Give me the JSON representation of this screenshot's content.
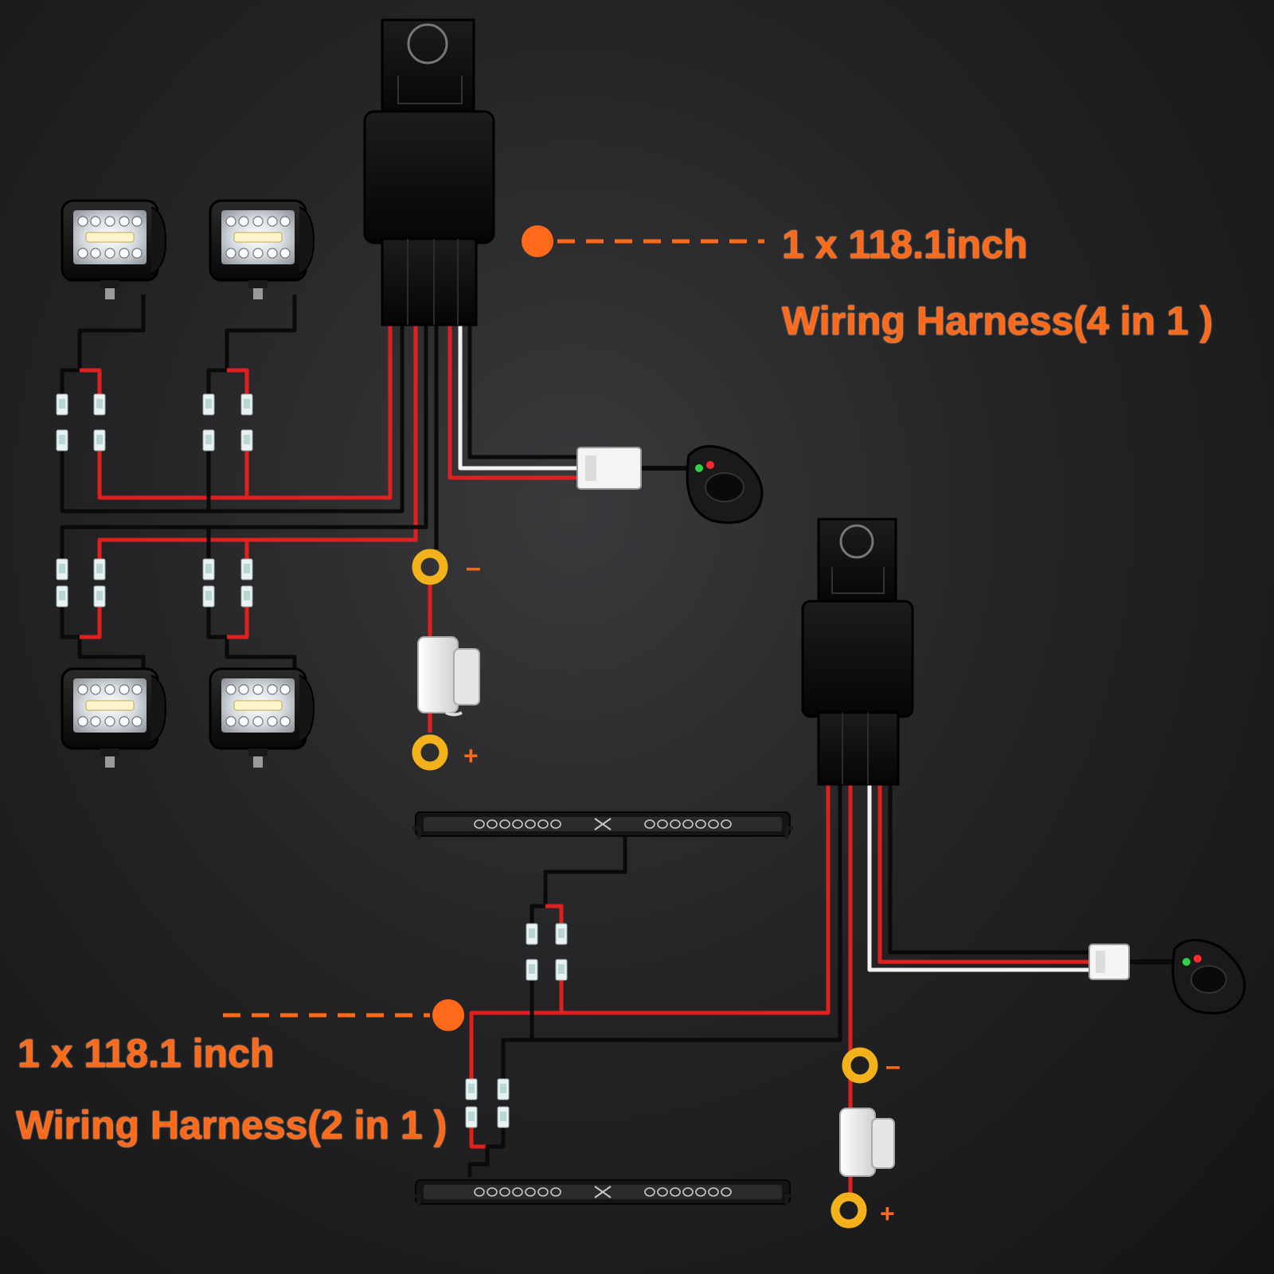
{
  "harness_4in1": {
    "length_label": "1 x 118.1inch",
    "name_label": "Wiring Harness(4 in 1 )",
    "negative_sign": "–",
    "positive_sign": "+"
  },
  "harness_2in1": {
    "length_label": "1 x 118.1 inch",
    "name_label": "Wiring Harness(2 in 1 )",
    "negative_sign": "–",
    "positive_sign": "+"
  },
  "colors": {
    "accent": "#ff6a1a",
    "wire_red": "#e0201e",
    "wire_black": "#0a0a0a",
    "wire_white": "#f2f2f2",
    "terminal_ring": "#f3b21c",
    "switch_led_red": "#ff2a2a",
    "switch_led_green": "#2fd34a"
  },
  "icons": {
    "relay": "relay-icon",
    "pod_light": "led-pod-light-icon",
    "light_bar": "led-light-bar-icon",
    "switch": "rocker-switch-icon",
    "fuse": "fuse-holder-icon",
    "terminal": "ring-terminal-icon",
    "connector": "spade-connector-icon"
  }
}
